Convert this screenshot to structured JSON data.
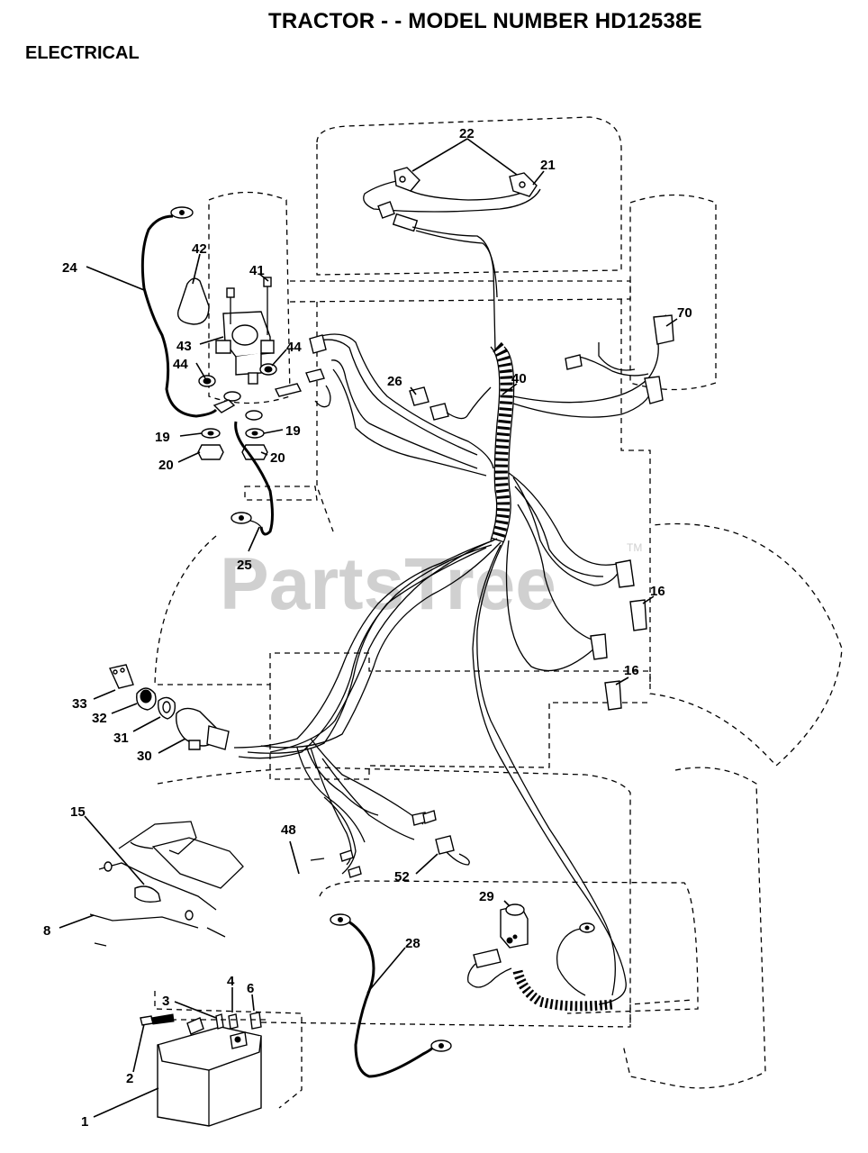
{
  "header": {
    "title": "TRACTOR - - MODEL NUMBER HD12538E",
    "section": "ELECTRICAL"
  },
  "watermark": {
    "text": "PartsTree",
    "trademark": "TM"
  },
  "callouts": {
    "c1": "1",
    "c2": "2",
    "c3": "3",
    "c4": "4",
    "c6": "6",
    "c8": "8",
    "c15": "15",
    "c16a": "16",
    "c16b": "16",
    "c19a": "19",
    "c19b": "19",
    "c20a": "20",
    "c20b": "20",
    "c21": "21",
    "c22": "22",
    "c24": "24",
    "c25": "25",
    "c26": "26",
    "c28": "28",
    "c29": "29",
    "c30": "30",
    "c31": "31",
    "c32": "32",
    "c33": "33",
    "c40": "40",
    "c41": "41",
    "c42": "42",
    "c43": "43",
    "c44a": "44",
    "c44b": "44",
    "c48": "48",
    "c52": "52",
    "c70": "70"
  },
  "icons": [
    "battery-icon",
    "starter-solenoid-icon",
    "ignition-switch-icon",
    "fuel-solenoid-icon"
  ]
}
